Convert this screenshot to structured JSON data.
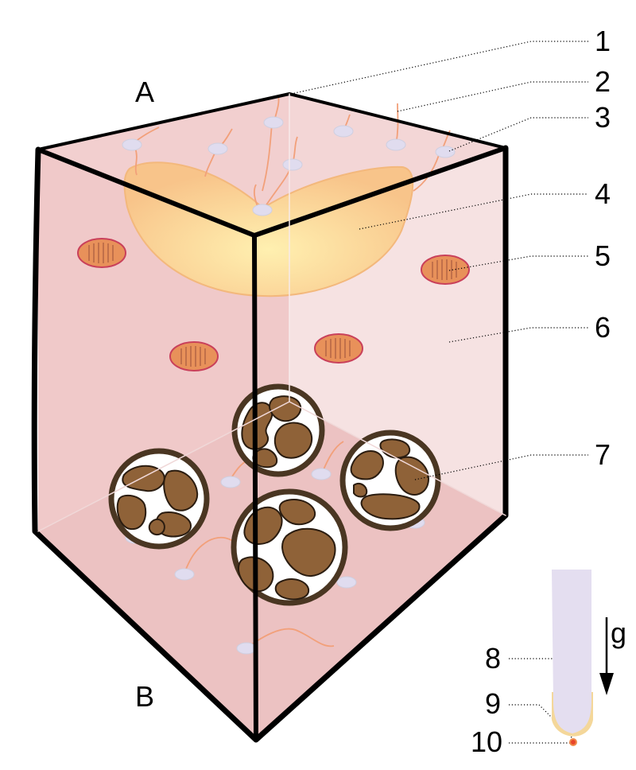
{
  "corner_labels": {
    "top": "A",
    "bottom": "B"
  },
  "callouts": [
    {
      "id": "1",
      "text": "1"
    },
    {
      "id": "2",
      "text": "2"
    },
    {
      "id": "3",
      "text": "3"
    },
    {
      "id": "4",
      "text": "4"
    },
    {
      "id": "5",
      "text": "5"
    },
    {
      "id": "6",
      "text": "6"
    },
    {
      "id": "7",
      "text": "7"
    },
    {
      "id": "8",
      "text": "8"
    },
    {
      "id": "9",
      "text": "9"
    },
    {
      "id": "10",
      "text": "10"
    }
  ],
  "gravity_label": "g",
  "colors": {
    "cytoplasm": "#f4dcdc",
    "cell_wall": "#000000",
    "vacuole": "#fbd08a",
    "plastid": "#e8915a",
    "amyloplast": "#8f6238",
    "er": "#e0dcef",
    "filament": "#f2a07a",
    "root_tip": "#e4def0",
    "root_cap": "#f4d79a",
    "statocyte": "#e8452a"
  },
  "icons": [
    "gravity-arrow-icon"
  ]
}
